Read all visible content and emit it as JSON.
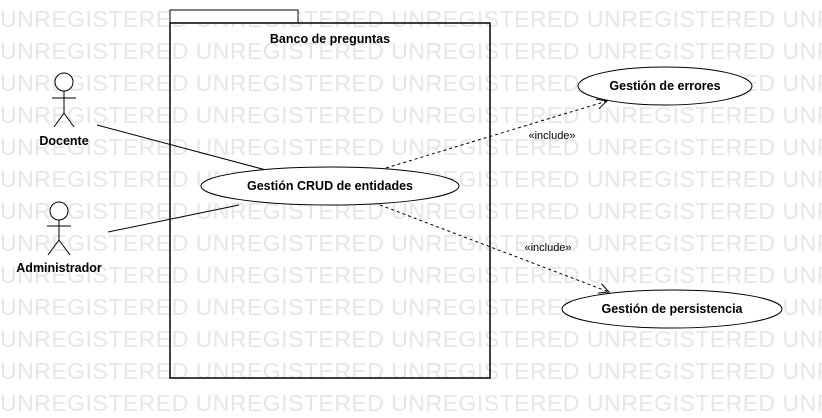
{
  "watermark": "UNREGISTERED UNREGISTERED UNREGISTERED UNREGISTERED UNREGISTERED",
  "system": {
    "title": "Banco de preguntas"
  },
  "actors": {
    "docente": "Docente",
    "administrador": "Administrador"
  },
  "use_cases": {
    "crud": "Gestión CRUD de entidades",
    "errores": "Gestión de errores",
    "persistencia": "Gestión de persistencia"
  },
  "relations": {
    "include_errores": "«include»",
    "include_persistencia": "«include»"
  }
}
